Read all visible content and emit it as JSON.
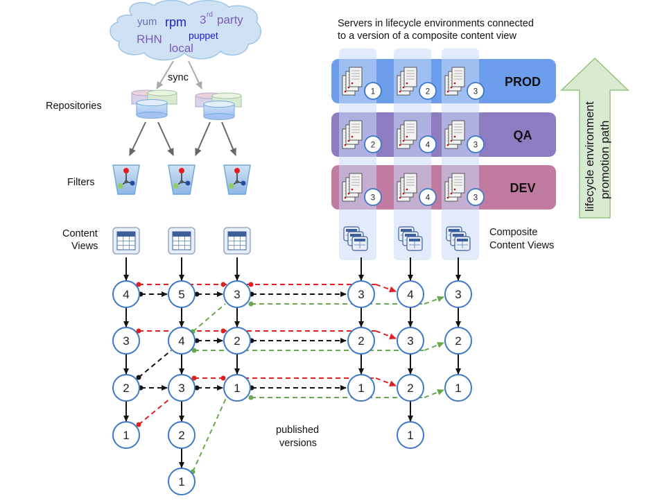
{
  "cloud": {
    "words": [
      "yum",
      "rpm",
      "3",
      "rd",
      "party",
      "RHN",
      "puppet",
      "local"
    ]
  },
  "labels": {
    "sync": "sync",
    "repositories": "Repositories",
    "filters": "Filters",
    "content_views_line1": "Content",
    "content_views_line2": "Views",
    "servers_title_line1": "Servers in lifecycle environments connected",
    "servers_title_line2": "to a version of a composite content view",
    "composite_line1": "Composite",
    "composite_line2": "Content Views",
    "published_line1": "published",
    "published_line2": "versions",
    "promotion_line1": "lifecycle environment",
    "promotion_line2": "promotion path"
  },
  "environments": [
    {
      "name": "PROD",
      "color": "#6d9eeb",
      "servers": [
        "1",
        "2",
        "3"
      ]
    },
    {
      "name": "QA",
      "color": "#8e7cc3",
      "servers": [
        "2",
        "4",
        "3"
      ]
    },
    {
      "name": "DEV",
      "color": "#c27ba0",
      "servers": [
        "3",
        "4",
        "3"
      ]
    }
  ],
  "content_view_columns": [
    [
      "4",
      "3",
      "2",
      "1"
    ],
    [
      "5",
      "4",
      "3",
      "2",
      "1"
    ],
    [
      "3",
      "2",
      "1"
    ]
  ],
  "composite_view_columns": [
    [
      "3",
      "2",
      "1"
    ],
    [
      "4",
      "3",
      "2",
      "1"
    ],
    [
      "3",
      "2",
      "1"
    ]
  ],
  "colors": {
    "node_stroke": "#3d78c8",
    "red_link": "#e02020",
    "green_link": "#6aa84f",
    "black_link": "#111111",
    "arrow_fill": "#d9ead3",
    "arrow_stroke": "#93c47d",
    "column_highlight": "#c9daf8"
  }
}
